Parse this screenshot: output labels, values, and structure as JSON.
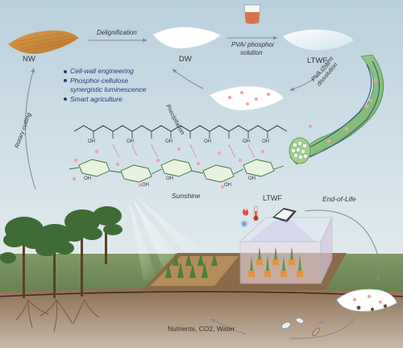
{
  "materials": {
    "nw": "NW",
    "dw": "DW",
    "ltwf_top": "LTWF",
    "ltwf_greenhouse": "LTWF"
  },
  "process": {
    "delignification": "Delignification",
    "pva_phosphor_line1": "PVA/ phosphor",
    "pva_phosphor_line2": "solution",
    "pva_chains_line1": "PVA chains",
    "pva_chains_line2": "dissolution",
    "precipitation": "Precipitation",
    "rotary_cutting": "Rotary cutting",
    "end_of_life": "End-of-Life"
  },
  "features": [
    "Cell-wall engineering",
    "Phosphor-cellulose",
    "synergistic luminescence",
    "Smart agriculture"
  ],
  "scene": {
    "sunshine": "Sunshine",
    "nutrients": "Nutrients, CO2, Water"
  },
  "chem": {
    "hydroxyl": "OH"
  },
  "colors": {
    "sky_top": "#b7cfdc",
    "sky_bottom": "#e8eef0",
    "ground": "#6f8d5a",
    "soil": "#8a6d52",
    "wood": "#c98a3c",
    "fiber_green": "#8cc47c",
    "phosphor_pink": "#f2a3a3",
    "text_blue": "#1f3d7a"
  }
}
